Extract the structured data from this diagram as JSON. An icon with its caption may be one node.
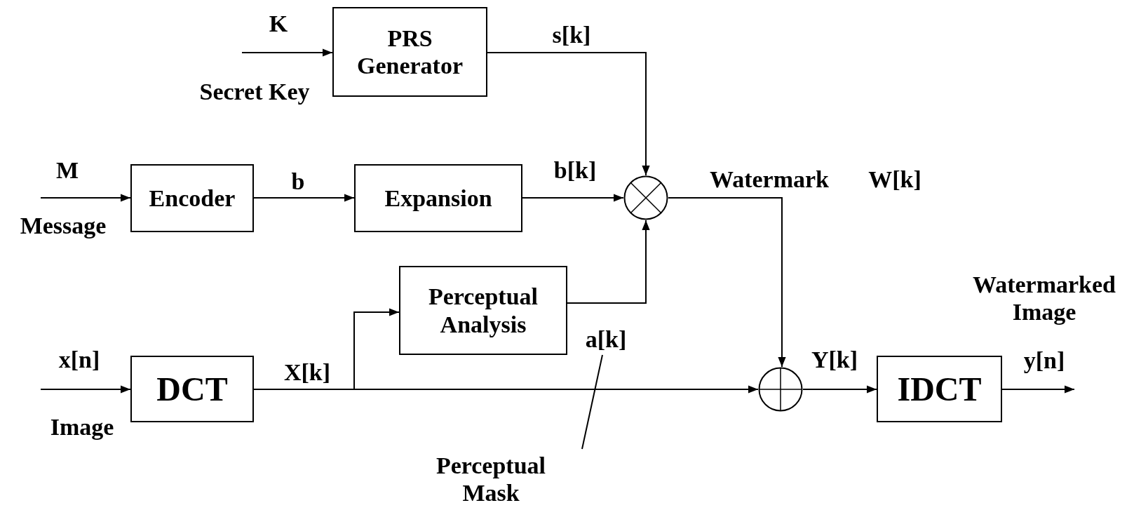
{
  "diagram": {
    "nodes": [
      {
        "text": [
          "PRS Generator"
        ]
      },
      {
        "text": [
          "Encoder"
        ]
      },
      {
        "text": [
          "Expansion"
        ]
      },
      {
        "text": [],
        "shape": "circle"
      },
      {
        "text": [
          "Perceptual Analysis"
        ]
      },
      {
        "text": [
          "DCT"
        ]
      },
      {
        "text": [],
        "shape": "circle"
      },
      {
        "text": [
          "IDCT"
        ]
      },
      {
        "text": [
          "a[k]"
        ]
      },
      {
        "text": [
          "Perceptual Mask"
        ]
      }
    ],
    "edges": [
      {
        "from": null,
        "to": 0,
        "arrow": "to"
      },
      {
        "from": 0,
        "to": 3,
        "arrow": "to",
        "label": "s[k]"
      },
      {
        "from": null,
        "to": 1,
        "arrow": "to"
      },
      {
        "from": 1,
        "to": 2,
        "arrow": "to",
        "label": "b"
      },
      {
        "from": 2,
        "to": 3,
        "arrow": "to",
        "label": "b[k]"
      },
      {
        "from": null,
        "to": 5,
        "arrow": "to"
      },
      {
        "from": 5,
        "to": 6,
        "arrow": "to",
        "label": "X[k]"
      },
      {
        "from": 5,
        "to": 4,
        "arrow": "to"
      },
      {
        "from": 4,
        "to": 3,
        "arrow": "to"
      },
      {
        "from": 3,
        "to": 6,
        "arrow": "to"
      },
      {
        "from": 6,
        "to": 7,
        "arrow": "to",
        "label": "Y[k]"
      },
      {
        "from": 7,
        "to": null,
        "arrow": "to",
        "label": "y[n]"
      },
      {
        "from": 9,
        "to": 8,
        "arrow": "none"
      }
    ],
    "labels": [
      "K",
      "Secret Key",
      "M",
      "Message",
      "x[n]",
      "Image",
      "Watermark",
      "W[k]",
      "Watermarked Image"
    ]
  }
}
